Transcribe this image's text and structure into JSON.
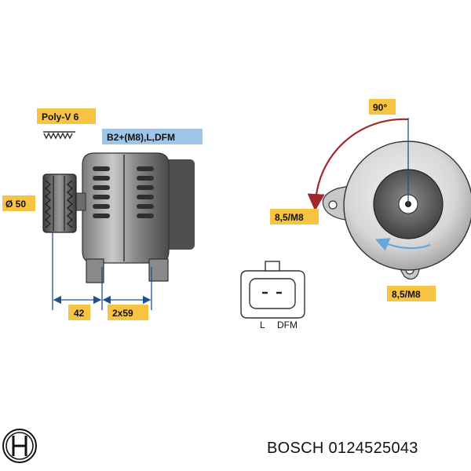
{
  "labels": {
    "belt": "Poly-V 6",
    "terminals": "B2+(M8),L,DFM",
    "pulley_diameter": "Ø 50",
    "dim_left": "42",
    "dim_right": "2x59",
    "angle": "90°",
    "mount_left": "8,5/M8",
    "mount_bottom": "8,5/M8",
    "connector_pin_l": "L",
    "connector_pin_dfm": "DFM"
  },
  "footer": {
    "brand_model": "BOSCH 0124525043"
  },
  "colors": {
    "label_bg_yellow": "#f6c343",
    "label_bg_blue": "#9fc6e6",
    "body_dark": "#5c5c5c",
    "body_light": "#b5b5b5",
    "arc_red": "#a0282a",
    "arc_blue": "#6aa6d6",
    "dim_line_blue": "#1f4f8c"
  },
  "icons": {
    "logo": "bosch-armature-logo",
    "belt_grooves": "poly-v-groove-icon"
  }
}
